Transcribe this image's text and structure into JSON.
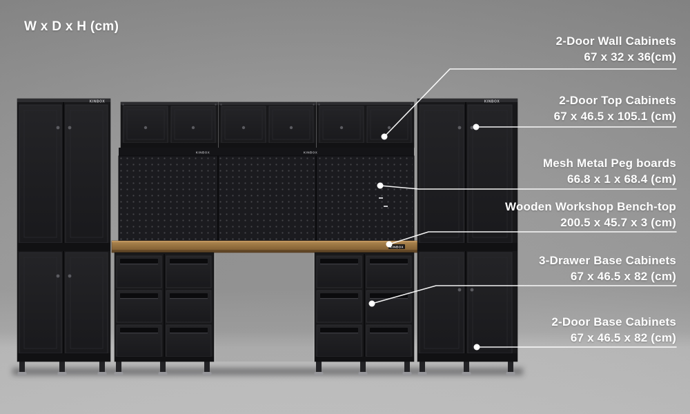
{
  "page": {
    "dimension_legend": "W x D x H (cm)"
  },
  "brand": "KINBOX",
  "colors": {
    "background_wall": "#979797",
    "background_floor": "#cccccc",
    "cabinet_black": "#1a1a1d",
    "bench_wood": "#96713f",
    "callout_text": "#ffffff",
    "leader_line": "#ffffff"
  },
  "callouts": [
    {
      "id": "wall-cabinets",
      "title": "2-Door Wall Cabinets",
      "dims": "67 x 32 x 36(cm)"
    },
    {
      "id": "top-cabinets",
      "title": "2-Door Top Cabinets",
      "dims": "67 x 46.5 x 105.1 (cm)"
    },
    {
      "id": "pegboards",
      "title": "Mesh Metal Peg boards",
      "dims": "66.8 x 1 x 68.4 (cm)"
    },
    {
      "id": "bench-top",
      "title": "Wooden Workshop Bench-top",
      "dims": "200.5 x 45.7 x 3 (cm)"
    },
    {
      "id": "drawer-base-cabinets",
      "title": "3-Drawer Base Cabinets",
      "dims": "67 x 46.5 x 82 (cm)"
    },
    {
      "id": "door-base-cabinets",
      "title": "2-Door Base Cabinets",
      "dims": "67 x 46.5 x 82 (cm)"
    }
  ]
}
